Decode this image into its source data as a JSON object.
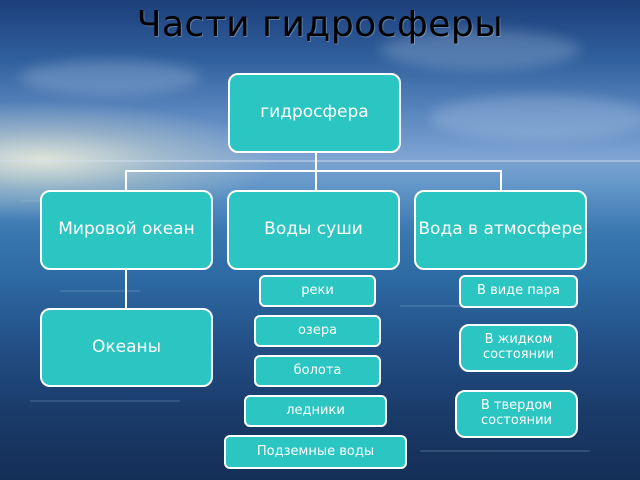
{
  "title": "Части гидросферы",
  "root": "гидросфера",
  "level1": {
    "ocean": "Мировой океан",
    "land": "Воды суши",
    "atmosphere": "Вода в атмосфере"
  },
  "ocean_children": [
    "Океаны"
  ],
  "land_children": [
    "реки",
    "озера",
    "болота",
    "ледники",
    "Подземные воды"
  ],
  "atmosphere_children": [
    "В виде пара",
    "В жидком состоянии",
    "В твердом состоянии"
  ],
  "colors": {
    "box_fill": "#2cc6c2",
    "box_border": "#ffffff",
    "box_text": "#ffffff",
    "title_text": "#000000",
    "background": "#2f6aa6"
  }
}
